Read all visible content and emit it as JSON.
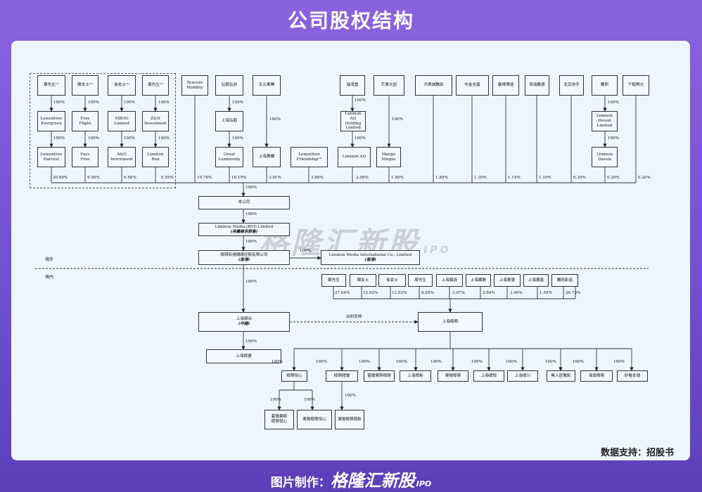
{
  "header": {
    "title": "公司股权结构"
  },
  "footer": {
    "credit_label": "图片制作：",
    "brand": "格隆汇新股",
    "brand_suffix": "IPO",
    "source": "数据支持：招股书"
  },
  "watermark": {
    "text": "格隆汇新股",
    "suffix": "IPO"
  },
  "regions": {
    "offshore": "境外",
    "onshore": "境內"
  },
  "ownership_100": "100%",
  "contract_label": "合約安排",
  "nodes": {
    "cai": {
      "label": "蔡先生⁽¹⁾"
    },
    "chen": {
      "label": "陳女士⁽²⁾"
    },
    "xu": {
      "label": "徐女士⁽³⁾"
    },
    "zhou": {
      "label": "周先生⁽⁴⁾"
    },
    "tencent_mobility": {
      "label": "Tencent\nMobility"
    },
    "hony": {
      "label": "弘毅弘欣"
    },
    "tianyuan": {
      "label": "天元奧暉"
    },
    "ruilingyun": {
      "label": "瑞凌雲"
    },
    "mango_culture": {
      "label": "芒果文創"
    },
    "gongqingcheng": {
      "label": "共青城騰辰"
    },
    "cicc": {
      "label": "中金志鑫"
    },
    "jushi": {
      "label": "聚視博遠"
    },
    "zhuhai": {
      "label": "珠海勵德"
    },
    "kuaishou": {
      "label": "北京快手"
    },
    "tencent": {
      "label": "騰訊"
    },
    "qianyi": {
      "label": "千懿興大"
    },
    "lemontree_evergreen": {
      "label": "Lemontree\nEvergreen"
    },
    "free_flight": {
      "label": "Free\nFlight"
    },
    "mboo": {
      "label": "MBOO\nLimited"
    },
    "zn": {
      "label": "Z&N\nInvestment"
    },
    "shanghai_hony": {
      "label": "上海弘毅"
    },
    "aq_holding": {
      "label": "Limmon\nAQ\nHolding\nLimited"
    },
    "dessel": {
      "label": "Limmon\nDessel\nLimited"
    },
    "lemontree_harvest": {
      "label": "Lemontree\nHarvest"
    },
    "faye_free": {
      "label": "Faye\nFree"
    },
    "ao": {
      "label": "A&O\nInvestment"
    },
    "limmon_run": {
      "label": "Limmon\nRun"
    },
    "great_luminosity": {
      "label": "Great\nLuminosity"
    },
    "shanghai_yuxian": {
      "label": "上海譽顯"
    },
    "lemontree_friendship": {
      "label": "Lemontree\nFriendship⁽⁵⁾"
    },
    "limmon_aq": {
      "label": "Limmon AQ"
    },
    "mango_ningze": {
      "label": "Mango\nNingze"
    },
    "dassin": {
      "label": "Limmon\nDassin"
    },
    "company": {
      "label": "本公司"
    },
    "bvi": {
      "label": "Limmon Media (BVI) Limited",
      "sub": "(英屬維京群島)"
    },
    "hk": {
      "label": "檸萌影視傳媒控股有限公司",
      "sub": "(香港)"
    },
    "intl": {
      "label": "Limmon Media International Co., Limited",
      "sub": "(香港)"
    },
    "s_cai": {
      "label": "蔡先生"
    },
    "s_chen": {
      "label": "陳女士"
    },
    "s_xu": {
      "label": "徐女士"
    },
    "s_zhou": {
      "label": "周先生"
    },
    "s_jianchen": {
      "label": "上海翦辰"
    },
    "s_cangchi": {
      "label": "上海藏馳"
    },
    "s_dongjin": {
      "label": "上海東晉"
    },
    "s_yixin": {
      "label": "上海翼鑫"
    },
    "s_txyy": {
      "label": "騰訊影音"
    },
    "wfoe": {
      "label": "上海檸合",
      "sub": "(中國)"
    },
    "opco": {
      "label": "上海檸萌"
    },
    "ningjie": {
      "label": "上海檸捷"
    },
    "yuexin": {
      "label": "檸萌悅心"
    },
    "yuedu": {
      "label": "檸萌閱讀"
    },
    "horgos": {
      "label": "霍爾果斯檸萌"
    },
    "ningxin": {
      "label": "上海檸新"
    },
    "dongyang": {
      "label": "東陽檸萌"
    },
    "ningyue": {
      "label": "上海檸悅"
    },
    "ningchuan": {
      "label": "上海檸川"
    },
    "wurenqu": {
      "label": "無人區電影"
    },
    "hainan": {
      "label": "海南檸萌"
    },
    "haokan": {
      "label": "好看本領"
    },
    "horgos_yuexin": {
      "label": "霍爾果斯\n檸萌悅心"
    },
    "dy_yuexin": {
      "label": "東陽檸萌悅心"
    },
    "dy_yuexinb": {
      "label": "東陽檸萌閱新"
    }
  },
  "top_percents": [
    "20.60%",
    "9.56%",
    "9.56%",
    "6.55%",
    "19.78%",
    "16.15%",
    "3.91%",
    "3.69%",
    "2.09%",
    "1.90%",
    "1.89%",
    "1.30%",
    "1.14%",
    "1.10%",
    "0.39%",
    "0.20%",
    "0.20%"
  ],
  "onshore_percents": [
    "27.64%",
    "12.92%",
    "12.92%",
    "8.85%",
    "3.07%",
    "2.64%",
    "3.46%",
    "1.59%",
    "26.73%"
  ]
}
